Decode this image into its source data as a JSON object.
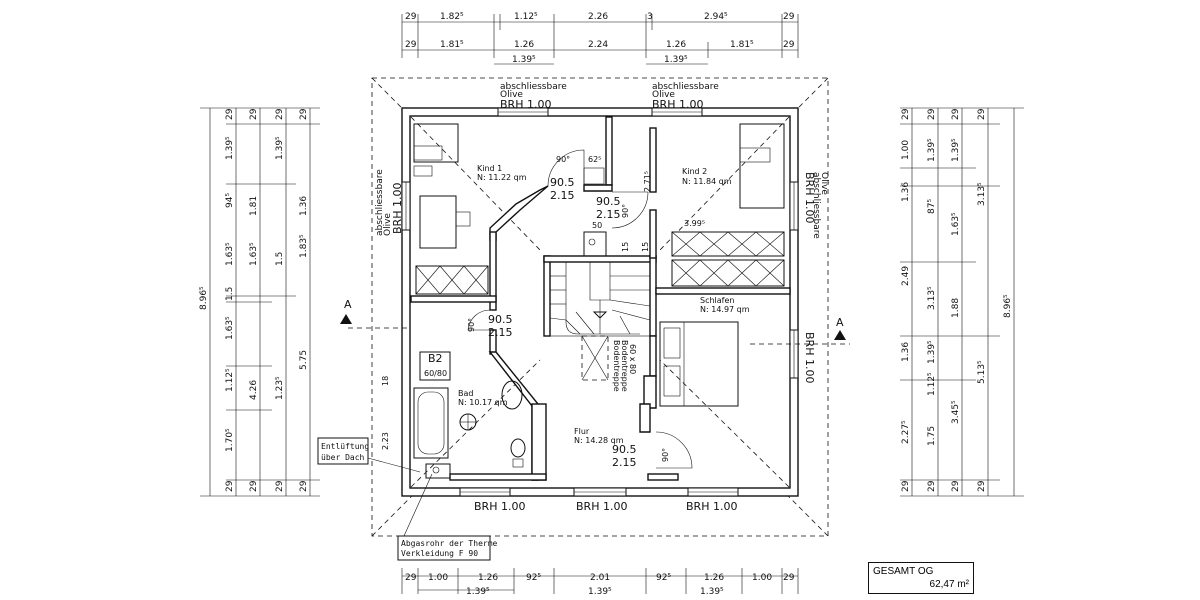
{
  "top_dims": {
    "row1": [
      "29",
      "1.82⁵",
      "1.12⁵",
      "2.26",
      "3",
      "2.94⁵",
      "29"
    ],
    "row2": [
      "29",
      "1.81⁵",
      "1.26",
      "2.24",
      "1.26",
      "1.81⁵",
      "29"
    ],
    "row2_sub": [
      "1.39⁵",
      "1.39⁵"
    ]
  },
  "bottom_dims": {
    "row": [
      "29",
      "1.00",
      "1.26",
      "92⁵",
      "2.01",
      "92⁵",
      "1.26",
      "1.00",
      "29"
    ],
    "sub": [
      "1.39⁵",
      "1.39⁵",
      "1.39⁵"
    ]
  },
  "left_dims": {
    "col1": [
      "8.96⁵"
    ],
    "col2": [
      "29",
      "1.39⁵",
      "94⁵",
      "1.63⁵",
      "1.5",
      "1.63⁵",
      "1.12⁵",
      "1.70⁵",
      "29"
    ],
    "col3": [
      "29",
      "1.81",
      "1.63⁵",
      "4.26",
      "29"
    ],
    "col4": [
      "29",
      "1.39⁵",
      "1.5",
      "1.23⁵",
      "29"
    ],
    "col5": [
      "29",
      "1.36",
      "1.83⁵",
      "5.75",
      "29"
    ]
  },
  "right_dims": {
    "col1": [
      "29",
      "1.00",
      "1.36",
      "2.49",
      "1.36",
      "2.27⁵",
      "29"
    ],
    "col2": [
      "29",
      "1.39⁵",
      "87⁵",
      "3.13⁵",
      "1.39⁵",
      "1.12⁵",
      "1.75",
      "29"
    ],
    "col3": [
      "29",
      "1.39⁵",
      "1.63⁵",
      "1.88",
      "3.45⁵",
      "29"
    ],
    "col4": [
      "29",
      "3.13⁵",
      "5.13⁵",
      "29"
    ],
    "col5": [
      "8.96⁵"
    ]
  },
  "windows": {
    "top_left_label": "abschliessbare",
    "top_left_sub": "Olive",
    "top_left_brh": "BRH 1.00",
    "top_right_label": "abschliessbare",
    "top_right_sub": "Olive",
    "top_right_brh": "BRH 1.00",
    "left_label": "abschliessbare",
    "left_sub": "Olive",
    "left_brh": "BRH 1.00",
    "right_label": "abschliessbare",
    "right_sub": "Olive",
    "right_brh": "BRH 1.00",
    "right_lower_brh": "BRH 1.00",
    "bottom_left_brh": "BRH 1.00",
    "bottom_mid_brh": "BRH 1.00",
    "bottom_right_brh": "BRH 1.00"
  },
  "rooms": {
    "kind1": {
      "name": "Kind 1",
      "area": "N: 11.22 qm"
    },
    "kind2": {
      "name": "Kind 2",
      "area": "N: 11.84 qm"
    },
    "schlafen": {
      "name": "Schlafen",
      "area": "N: 14.97 qm"
    },
    "bad": {
      "name": "Bad",
      "area": "N: 10.17 qm"
    },
    "flur": {
      "name": "Flur",
      "area": "N: 14.28 qm"
    }
  },
  "doors": {
    "d1": {
      "w": "90.5",
      "h": "2.15",
      "angle": "90°",
      "extra": "62⁵"
    },
    "d2": {
      "w": "90.5",
      "h": "2.15",
      "angle": "90°"
    },
    "d3": {
      "w": "90.5",
      "h": "2.15",
      "angle": "90°"
    },
    "d4": {
      "w": "90.5",
      "h": "2.15",
      "angle": "90°"
    }
  },
  "misc": {
    "dim_271": "2.71⁵",
    "dim_399": "3.99⁵",
    "dim_50": "50",
    "dim_15a": "15",
    "dim_15b": "15",
    "dim_223": "2.23",
    "dim_18": "18",
    "b2": "B2",
    "b2_size": "60/80",
    "section_a": "A",
    "stair_note1": "Bodentreppe",
    "stair_note2": "Bodentreppe",
    "stair_note3": "60 x 80"
  },
  "notes": {
    "entlueftung_1": "Entlüftung",
    "entlueftung_2": "über Dach",
    "abgas_1": "Abgasrohr der Therme",
    "abgas_2": "Verkleidung F 90"
  },
  "total": {
    "label": "GESAMT OG",
    "value": "62,47 m²"
  }
}
